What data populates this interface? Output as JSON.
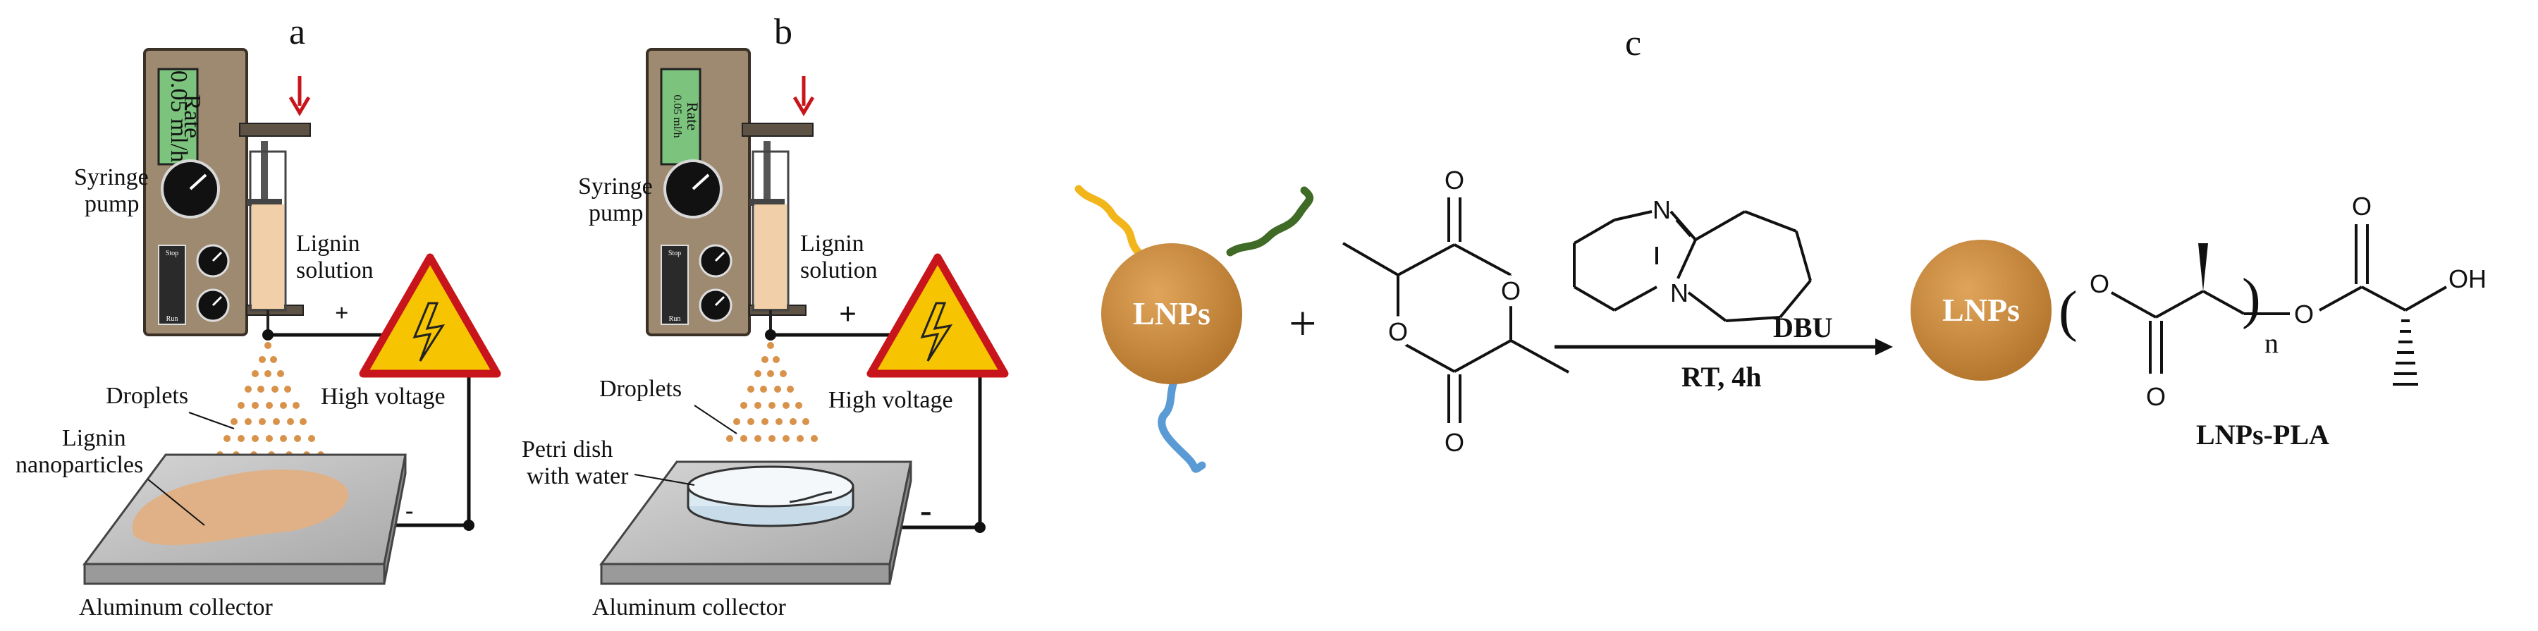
{
  "panels": {
    "a": "a",
    "b": "b",
    "c": "c"
  },
  "setup": {
    "pump_label": [
      "Syringe",
      "pump"
    ],
    "screen_text": [
      "Rate",
      "0.05 ml/h"
    ],
    "button_labels": [
      "Stop",
      "Run"
    ],
    "solution_label": [
      "Lignin",
      "solution"
    ],
    "plus": "+",
    "minus": "-",
    "high_voltage": "High voltage",
    "droplets": "Droplets",
    "collector": "Aluminum collector",
    "nanoparticles": [
      "Lignin",
      "nanoparticles"
    ],
    "petri": [
      "Petri dish",
      "with water"
    ]
  },
  "reaction": {
    "lnp": "LNPs",
    "plus": "+",
    "atom_O": "O",
    "atom_N": "N",
    "catalyst": "DBU",
    "conditions": "RT, 4h",
    "subscript_n": "n",
    "oh": "OH",
    "product": "LNPs-PLA"
  },
  "colors": {
    "pump": "#9e8a70",
    "screen": "#7cc47e",
    "solution": "#f1cfa8",
    "warning_fill": "#f6c400",
    "warning_border": "#c8151b",
    "arrow_red": "#c8151b",
    "lnp_sphere": "#c98a3d",
    "collector": "#bdbdbd",
    "nanoparticle_film": "#e0b187",
    "chain_yellow": "#f2b51b",
    "chain_green": "#3f6b26",
    "chain_blue": "#5b9bd5"
  }
}
